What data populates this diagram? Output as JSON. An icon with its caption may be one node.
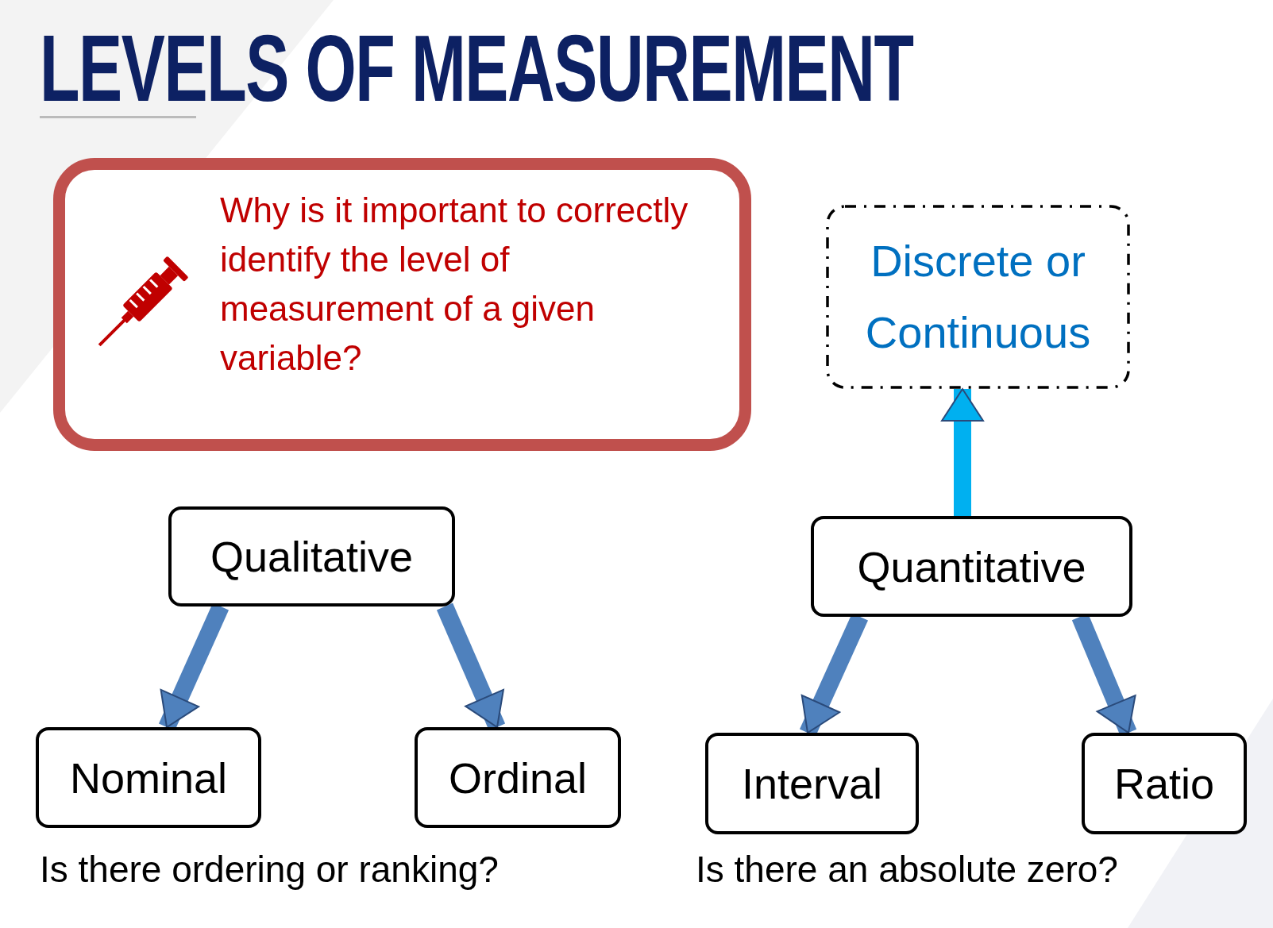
{
  "diagram": {
    "title": "LEVELS OF MEASUREMENT",
    "nodes": [
      {
        "text": [
          "Why is it important to correctly identify the level of measurement of a given variable?"
        ]
      },
      {
        "text": [
          "Discrete or Continuous"
        ]
      },
      {
        "text": [
          "Qualitative"
        ]
      },
      {
        "text": [
          "Quantitative"
        ]
      },
      {
        "text": [
          "Nominal"
        ]
      },
      {
        "text": [
          "Ordinal"
        ]
      },
      {
        "text": [
          "Interval"
        ]
      },
      {
        "text": [
          "Ratio"
        ]
      }
    ],
    "edges": [
      {
        "from": 2,
        "to": 4,
        "arrow": "to"
      },
      {
        "from": 2,
        "to": 5,
        "arrow": "to"
      },
      {
        "from": 3,
        "to": 6,
        "arrow": "to"
      },
      {
        "from": 3,
        "to": 7,
        "arrow": "to"
      },
      {
        "from": 3,
        "to": 1,
        "arrow": "to",
        "color": "#00b0f0"
      }
    ],
    "labels": [
      "Is there ordering or ranking?",
      "Is there an absolute zero?"
    ]
  }
}
